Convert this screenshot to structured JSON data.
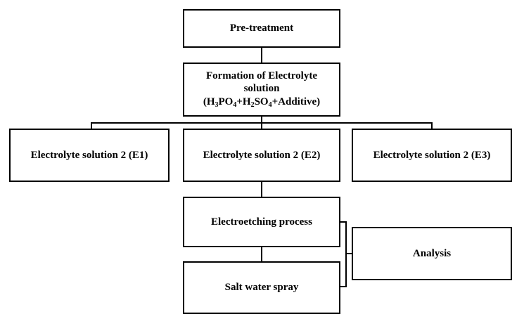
{
  "diagram": {
    "nodes": {
      "pretreatment": {
        "label": "Pre-treatment"
      },
      "formation": {
        "line1": "Formation of Electrolyte",
        "line2": "solution",
        "line3": "(H3PO4+H2SO4+Additive)"
      },
      "e1": {
        "label": "Electrolyte solution 2 (E1)"
      },
      "e2": {
        "label": "Electrolyte solution 2 (E2)"
      },
      "e3": {
        "label": "Electrolyte solution 2 (E3)"
      },
      "electroetching": {
        "label": "Electroetching process"
      },
      "saltspray": {
        "label": "Salt water spray"
      },
      "analysis": {
        "label": "Analysis"
      }
    },
    "edges": [
      {
        "from": "pretreatment",
        "to": "formation"
      },
      {
        "from": "formation",
        "to": "e1"
      },
      {
        "from": "formation",
        "to": "e2"
      },
      {
        "from": "formation",
        "to": "e3"
      },
      {
        "from": "e2",
        "to": "electroetching"
      },
      {
        "from": "electroetching",
        "to": "saltspray"
      },
      {
        "from": "electroetching",
        "to": "analysis"
      },
      {
        "from": "saltspray",
        "to": "analysis"
      }
    ],
    "line_color": "#000000",
    "box_border_color": "#000000"
  }
}
